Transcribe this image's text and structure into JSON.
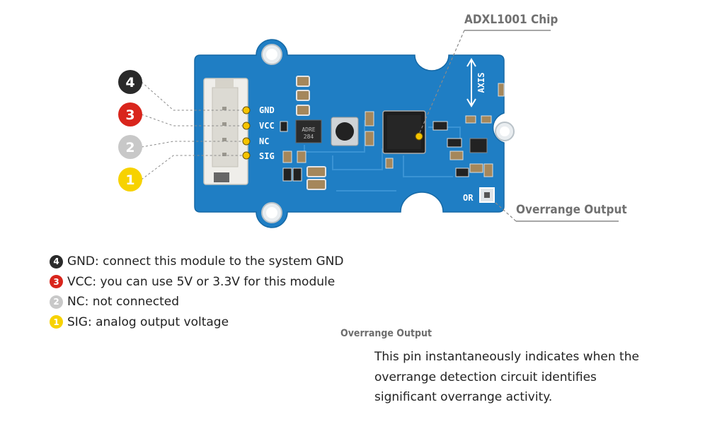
{
  "callouts": {
    "chip": "ADXL1001 Chip",
    "overrange": "Overrange Output"
  },
  "board": {
    "pin_labels": [
      "GND",
      "VCC",
      "NC",
      "SIG"
    ],
    "axis_label": "AXIS",
    "or_label": "OR",
    "ic_text": [
      "ADRE",
      "284"
    ]
  },
  "badges": [
    {
      "num": "4",
      "bg": "#2a2a2a",
      "fg": "#ffffff"
    },
    {
      "num": "3",
      "bg": "#d9251c",
      "fg": "#ffffff"
    },
    {
      "num": "2",
      "bg": "#c8c8c8",
      "fg": "#ffffff"
    },
    {
      "num": "1",
      "bg": "#f7d200",
      "fg": "#ffffff"
    }
  ],
  "legend": [
    {
      "num": "4",
      "text": "GND: connect this module to the system GND"
    },
    {
      "num": "3",
      "text": "VCC: you can use 5V or 3.3V for this module"
    },
    {
      "num": "2",
      "text": "NC: not connected"
    },
    {
      "num": "1",
      "text": "SIG: analog output voltage"
    }
  ],
  "overrange": {
    "title": "Overrange Output",
    "description": "This pin instantaneously indicates when the overrange detection circuit identifies significant overrange activity."
  },
  "colors": {
    "pcb": "#1f7ec4",
    "pcb_edge": "#1669a6",
    "connector": "#efeeea",
    "callout_line": "#8a8a8a",
    "marker": "#f5c400"
  }
}
